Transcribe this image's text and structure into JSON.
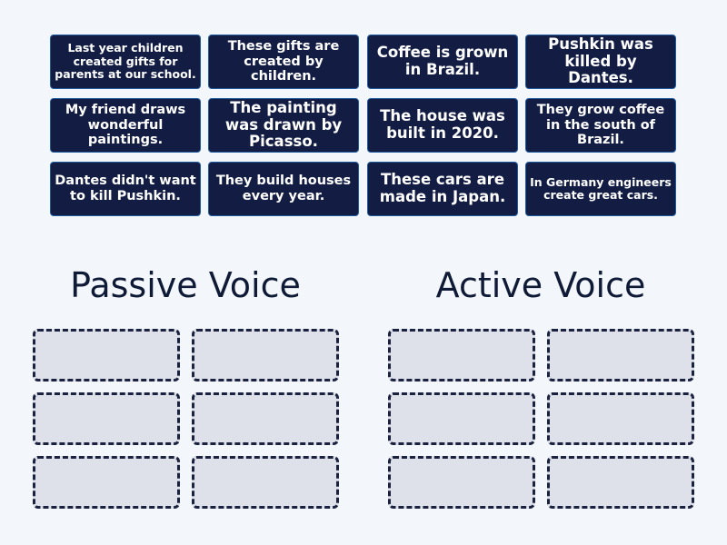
{
  "cards": [
    {
      "text": "Last year children created gifts for parents at our school."
    },
    {
      "text": "These gifts are created by children."
    },
    {
      "text": "Coffee is grown in Brazil."
    },
    {
      "text": "Pushkin was killed by Dantes."
    },
    {
      "text": "My friend draws wonderful paintings."
    },
    {
      "text": "The painting was drawn by Picasso."
    },
    {
      "text": "The house was built in 2020."
    },
    {
      "text": "They grow coffee in the south of Brazil."
    },
    {
      "text": "Dantes didn't want to kill Pushkin."
    },
    {
      "text": "They build houses every year."
    },
    {
      "text": "These cars are made in Japan."
    },
    {
      "text": "In Germany engineers create great cars."
    }
  ],
  "groups": [
    {
      "title": "Passive Voice",
      "slots": 6
    },
    {
      "title": "Active Voice",
      "slots": 6
    }
  ]
}
